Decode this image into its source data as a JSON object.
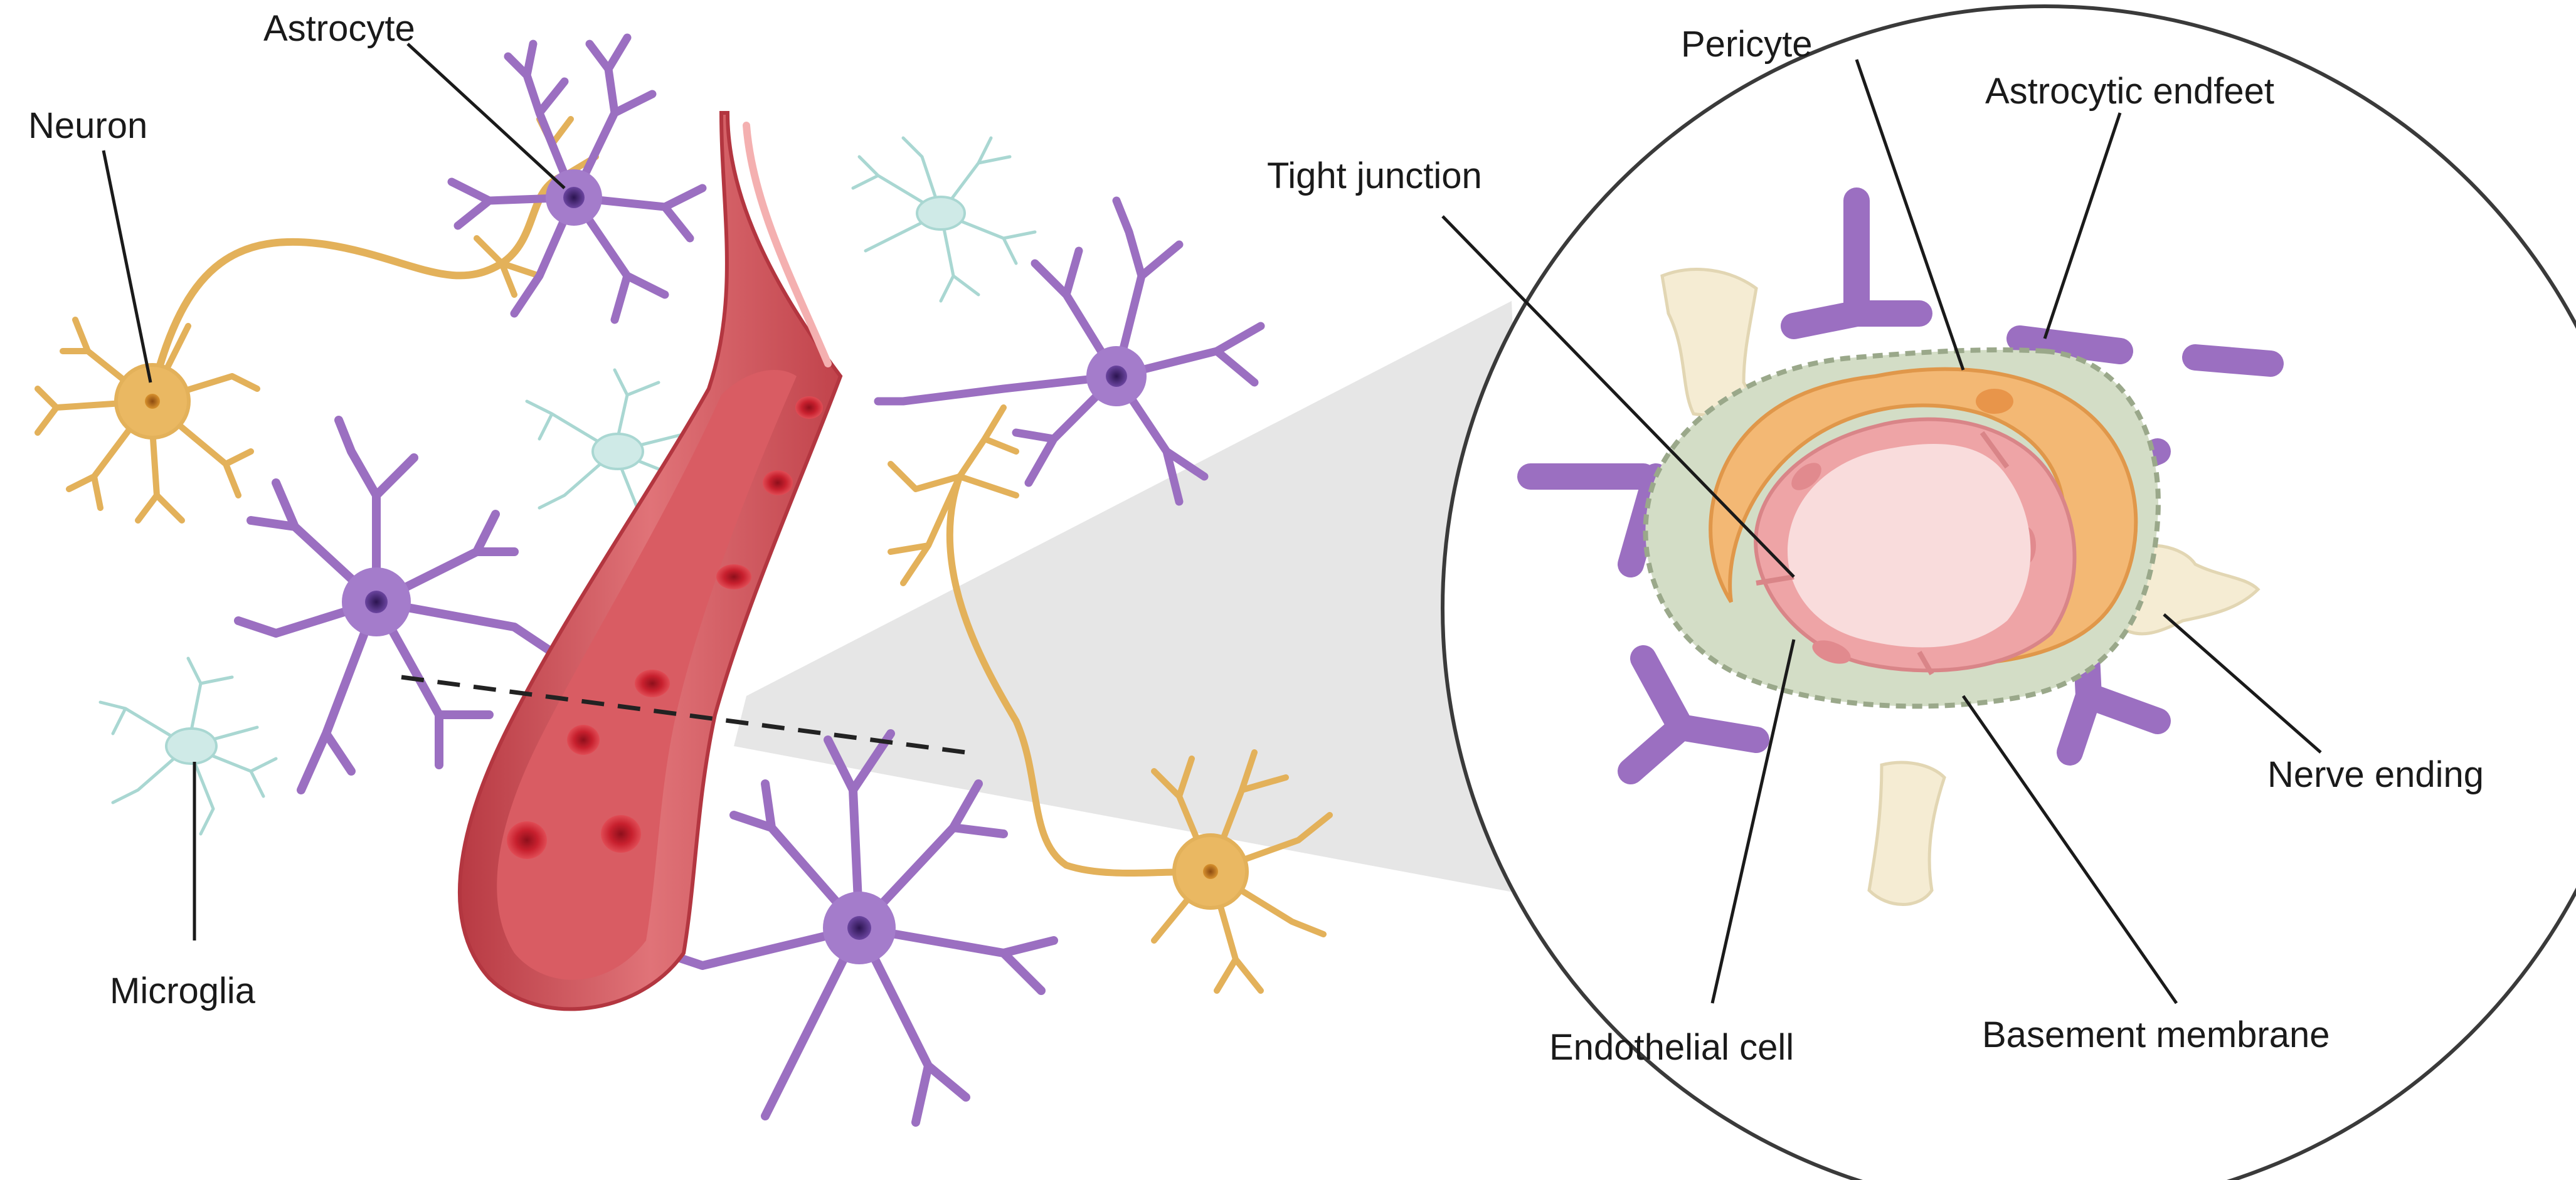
{
  "labels": {
    "astrocyte": "Astrocyte",
    "neuron": "Neuron",
    "microglia": "Microglia",
    "pericyte": "Pericyte",
    "astrocytic_endfeet": "Astrocytic endfeet",
    "tight_junction": "Tight junction",
    "nerve_ending": "Nerve ending",
    "endothelial_cell": "Endothelial cell",
    "basement_membrane": "Basement membrane"
  },
  "colors": {
    "astrocyte": "#9b6fc1",
    "astrocyte_nucleus": "#4a2c7a",
    "neuron": "#e3b15a",
    "neuron_nucleus": "#b6701f",
    "microglia": "#a9d7d2",
    "vessel_outer": "#c9454c",
    "vessel_inner": "#e27c7c",
    "rbc": "#c8202e",
    "pericyte": "#f3b874",
    "endothelium": "#eea4a6",
    "lumen": "#f9dcdc",
    "basement_membrane": "#c7d3b8",
    "nerve_ending": "#f5ecd3",
    "zoom_cone": "#e5e5e5"
  }
}
